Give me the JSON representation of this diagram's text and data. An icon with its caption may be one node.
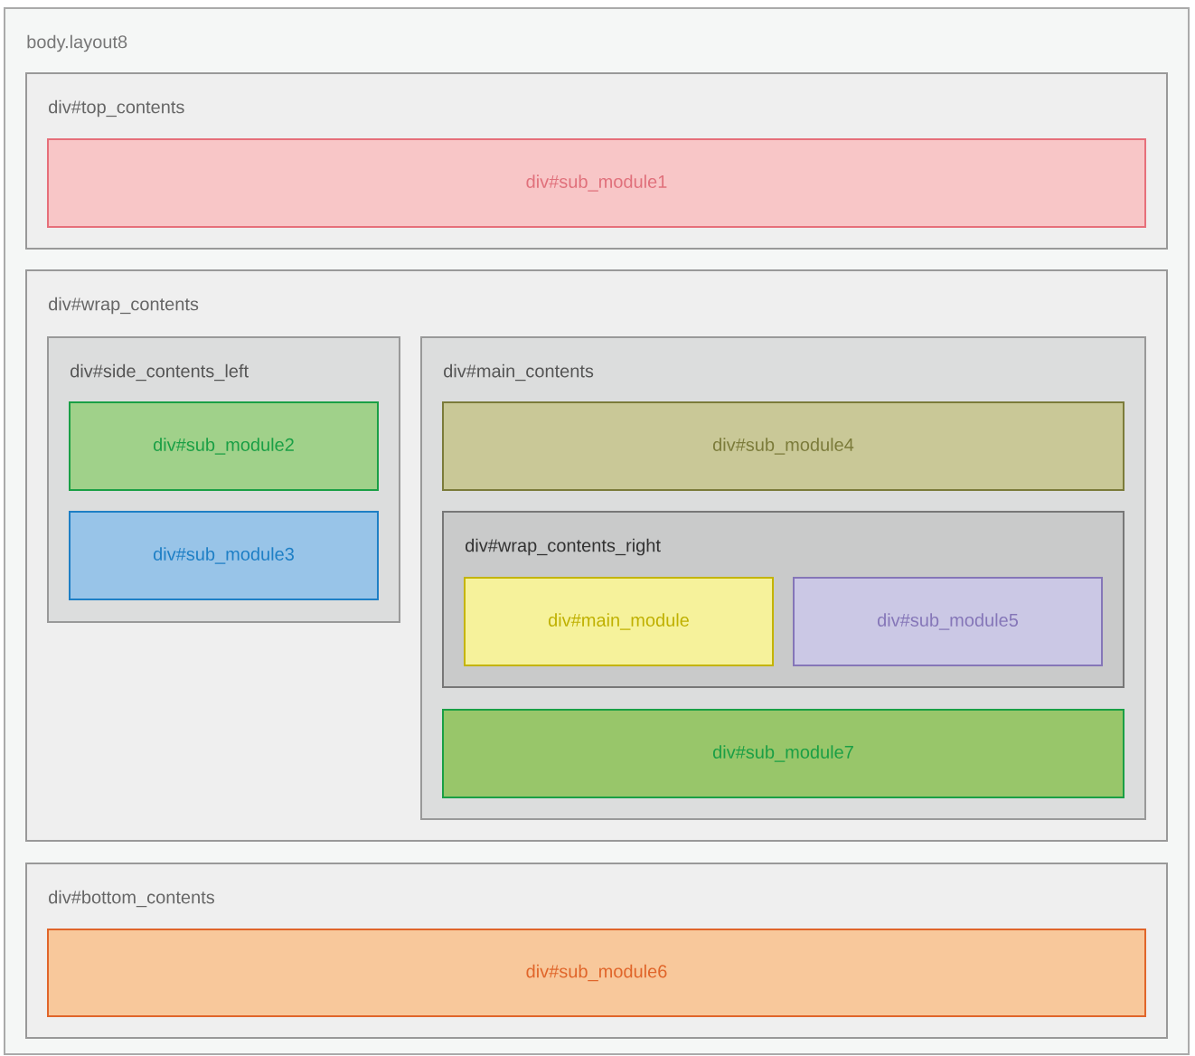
{
  "diagram": {
    "nodes": [
      {
        "text": [
          "body.layout8"
        ]
      },
      {
        "text": [
          "div#top_contents"
        ],
        "in": 0
      },
      {
        "text": [
          "div#sub_module1"
        ],
        "in": 1
      },
      {
        "text": [
          "div#wrap_contents"
        ],
        "in": 0
      },
      {
        "text": [
          "div#side_contents_left"
        ],
        "in": 3
      },
      {
        "text": [
          "div#sub_module2"
        ],
        "in": 4
      },
      {
        "text": [
          "div#sub_module3"
        ],
        "in": 4
      },
      {
        "text": [
          "div#main_contents"
        ],
        "in": 3
      },
      {
        "text": [
          "div#sub_module4"
        ],
        "in": 7
      },
      {
        "text": [
          "div#wrap_contents_right"
        ],
        "in": 7
      },
      {
        "text": [
          "div#main_module"
        ],
        "in": 9
      },
      {
        "text": [
          "div#sub_module5"
        ],
        "in": 9
      },
      {
        "text": [
          "div#sub_module7"
        ],
        "in": 7
      },
      {
        "text": [
          "div#bottom_contents"
        ],
        "in": 0
      },
      {
        "text": [
          "div#sub_module6"
        ],
        "in": 13
      }
    ]
  }
}
